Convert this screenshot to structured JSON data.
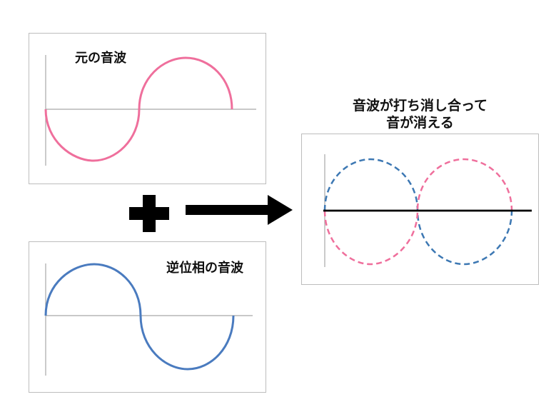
{
  "panels": {
    "original": {
      "label": "元の音波",
      "wave_color": "#ef6f9c"
    },
    "inverse": {
      "label": "逆位相の音波",
      "wave_color": "#4a7bbf"
    },
    "result": {
      "title_line1": "音波が打ち消し合って",
      "title_line2": "音が消える",
      "wave_colors": [
        "#ef6f9c",
        "#3d78b3"
      ]
    }
  },
  "operators": {
    "plus": "plus-sign",
    "arrow": "right-arrow"
  }
}
